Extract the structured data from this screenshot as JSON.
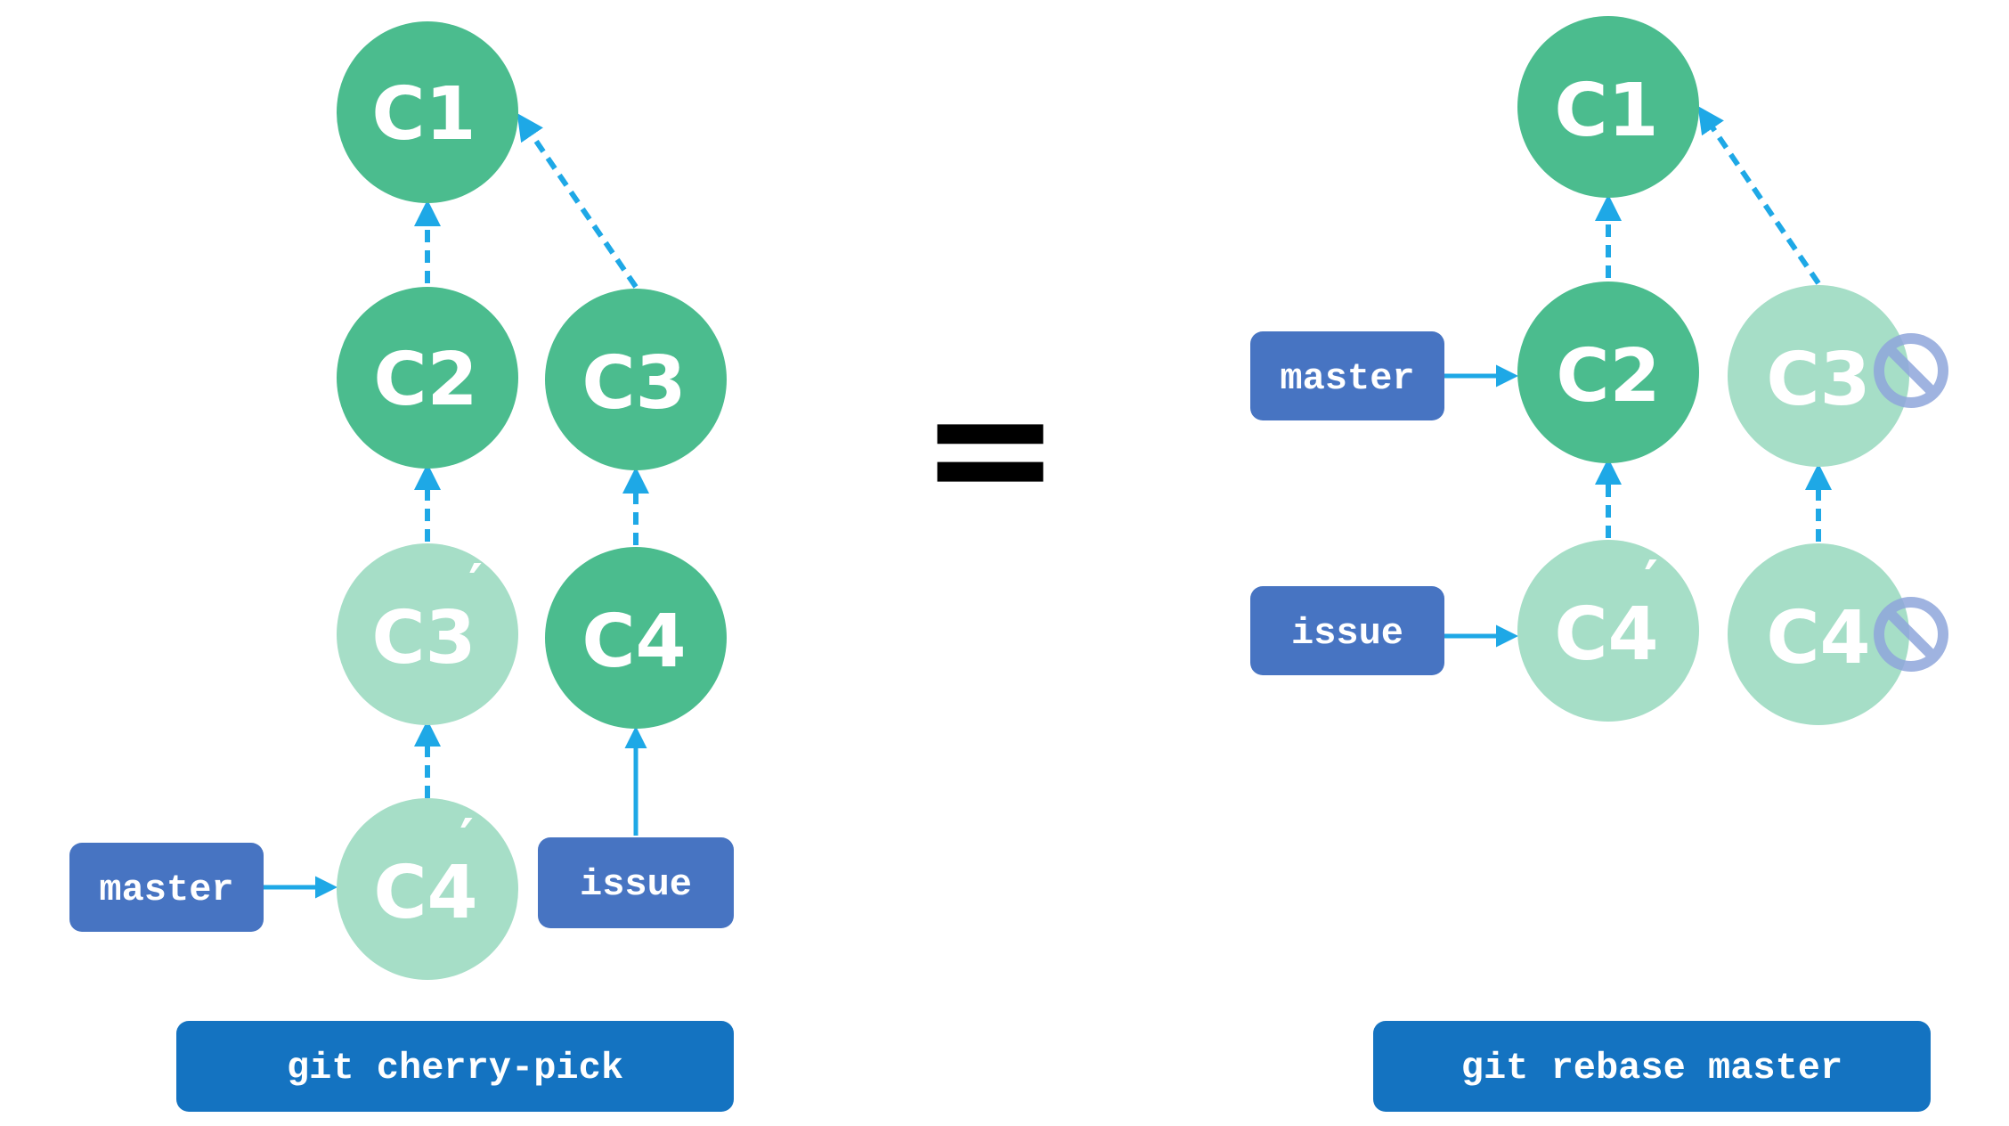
{
  "colors": {
    "commit": "#4BBC8E",
    "commit_faded": "#A6DEC7",
    "branch": "#4774C2",
    "command": "#1473C1",
    "arrow": "#1EA8E6",
    "block": "#8FA6DB"
  },
  "equals_sign": "=",
  "left": {
    "commits": {
      "c1": "C1",
      "c2": "C2",
      "c3": "C3",
      "c3p": "C3",
      "c4": "C4",
      "c4p": "C4"
    },
    "prime_mark": "′",
    "branches": {
      "master": "master",
      "issue": "issue"
    },
    "command": "git cherry-pick"
  },
  "right": {
    "commits": {
      "c1": "C1",
      "c2": "C2",
      "c3": "C3",
      "c4": "C4",
      "c4p": "C4"
    },
    "prime_mark": "′",
    "branches": {
      "master": "master",
      "issue": "issue"
    },
    "command": "git rebase master",
    "discarded_icon": "prohibited-icon"
  }
}
